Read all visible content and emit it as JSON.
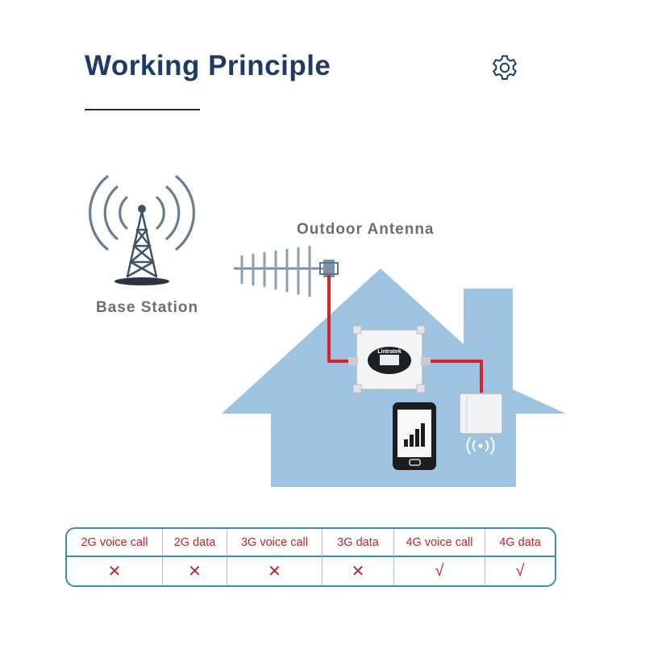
{
  "title": "Working Principle",
  "labels": {
    "base_station": "Base Station",
    "outdoor_antenna": "Outdoor Antenna"
  },
  "repeater_brand": "Lintratek",
  "icons": {
    "settings": "gear-icon"
  },
  "colors": {
    "title": "#1f3a63",
    "house": "#9ec3e0",
    "cable": "#d8232a",
    "table_border": "#3b8fb0",
    "table_text": "#c0252b"
  },
  "table": {
    "headers": [
      "2G voice call",
      "2G data",
      "3G voice call",
      "3G data",
      "4G voice call",
      "4G data"
    ],
    "values": [
      "✕",
      "✕",
      "✕",
      "✕",
      "√",
      "√"
    ]
  }
}
